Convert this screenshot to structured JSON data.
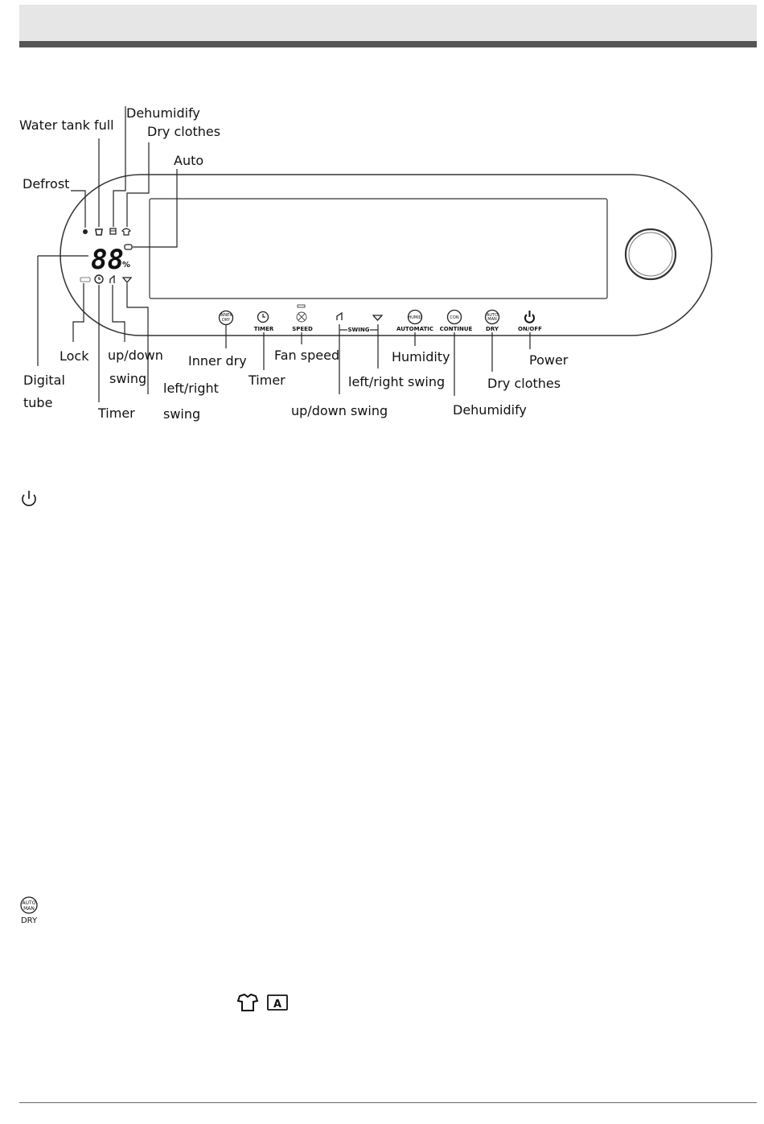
{
  "callouts": {
    "water_tank_full": "Water tank full",
    "dehumidify_top": "Dehumidify",
    "dry_clothes_top": "Dry clothes",
    "auto": "Auto",
    "defrost": "Defrost",
    "lock": "Lock",
    "updown_swing_1": "up/down",
    "updown_swing_2": "swing",
    "leftright_swing_1": "left/right",
    "leftright_swing_2": "swing",
    "digital_tube_1": "Digital",
    "digital_tube_2": "tube",
    "timer_left": "Timer",
    "inner_dry": "Inner dry",
    "timer_btn": "Timer",
    "fan_speed": "Fan speed",
    "updown_swing_btn": "up/down swing",
    "leftright_swing_btn": "left/right swing",
    "humidity": "Humidity",
    "dehumidify_btn": "Dehumidify",
    "dry_clothes_btn": "Dry clothes",
    "power": "Power"
  },
  "panel": {
    "digits": "88",
    "percent": "%",
    "buttons": {
      "inner_dry_icon_1": "INNER",
      "inner_dry_icon_2": "DRY",
      "timer": "TIMER",
      "speed": "SPEED",
      "swing": "SWING",
      "humid_icon": "HUMID",
      "automatic": "AUTOMATIC",
      "con_icon": "CON",
      "continue": "CONTINUE",
      "dry_icon_1": "AUTO",
      "dry_icon_2": "MAN",
      "dry": "DRY",
      "on_off": "ON/OFF"
    }
  },
  "legend_icons": {
    "auto_man_1": "AUTO",
    "auto_man_2": "MAN",
    "auto_man_dry": "DRY",
    "auto_mode_letter": "A"
  }
}
